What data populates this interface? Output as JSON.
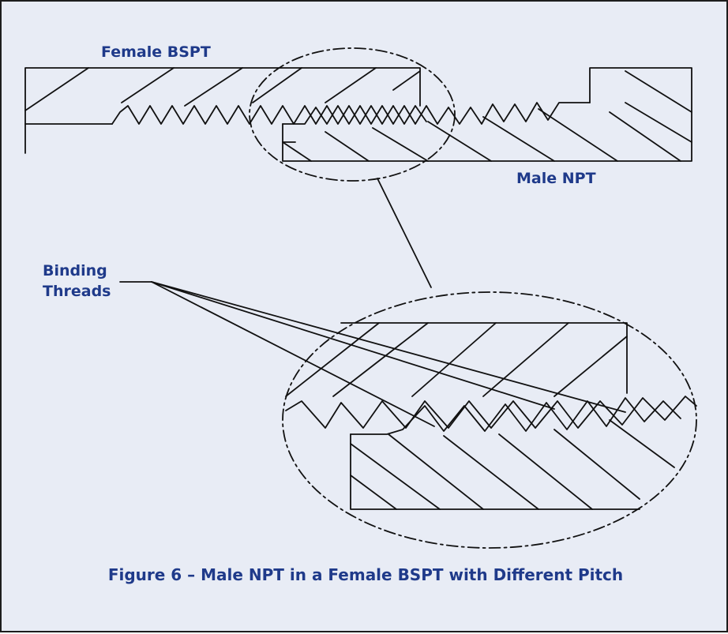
{
  "labels": {
    "female": "Female BSPT",
    "male": "Male NPT",
    "binding_line1": "Binding",
    "binding_line2": "Threads"
  },
  "caption": "Figure 6 – Male NPT in a Female BSPT with Different Pitch",
  "colors": {
    "background": "#e8ecf5",
    "text": "#1f3a8a",
    "line": "#111111",
    "frame": "#1d1d1d"
  }
}
